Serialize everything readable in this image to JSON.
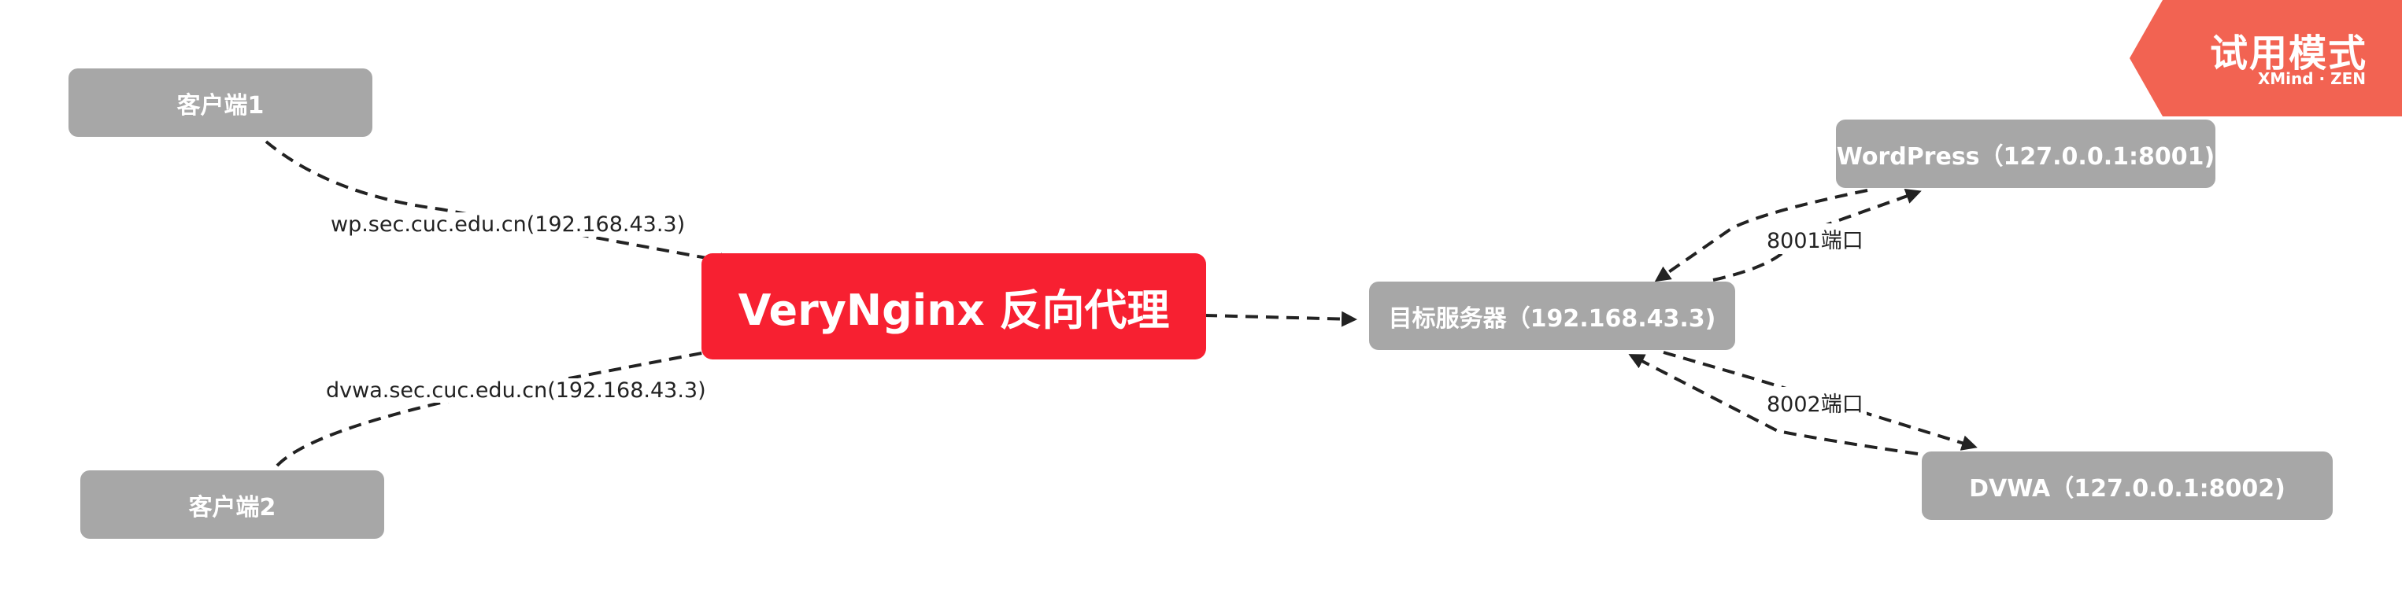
{
  "nodes": {
    "client1": "客户端1",
    "client2": "客户端2",
    "center": "VeryNginx 反向代理",
    "target": "目标服务器（192.168.43.3)",
    "wordpress": "WordPress（127.0.0.1:8001)",
    "dvwa": "DVWA（127.0.0.1:8002)"
  },
  "edge_labels": {
    "client1_to_center": "wp.sec.cuc.edu.cn(192.168.43.3)",
    "client2_to_center": "dvwa.sec.cuc.edu.cn(192.168.43.3)",
    "target_wordpress": "8001端口",
    "target_dvwa": "8002端口"
  },
  "watermark": {
    "title": "试用模式",
    "subtitle": "XMind · ZEN"
  },
  "colors": {
    "center_node": "#f72031",
    "gray_node": "#a7a7a7",
    "watermark": "#f26352",
    "edge": "#222222"
  }
}
